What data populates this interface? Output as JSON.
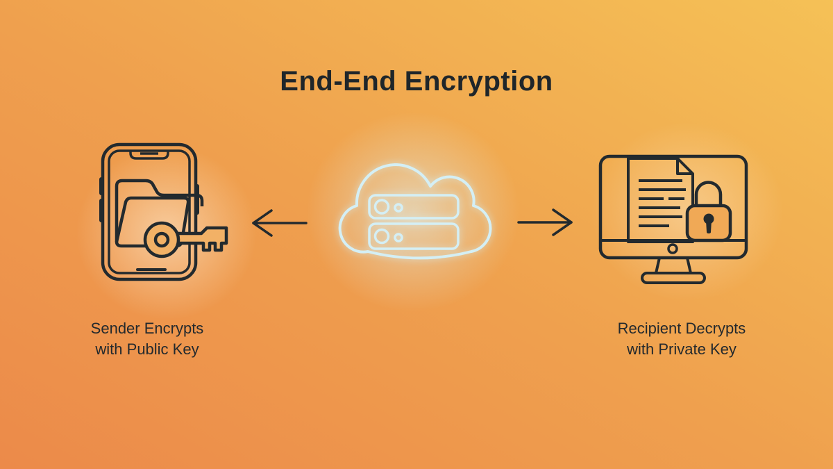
{
  "title": "End-End Encryption",
  "background": {
    "gradient_top_right": "#f5c156",
    "gradient_middle": "#efa04e",
    "gradient_bottom_left": "#ec8a4a"
  },
  "colors": {
    "outline_dark": "#232a2e",
    "cloud_outline": "#d4eff5",
    "text": "#22282c"
  },
  "sender": {
    "icon": "phone-folder-key-icon",
    "label_line1": "Sender Encrypts",
    "label_line2": "with Public Key"
  },
  "cloud_server": {
    "icon": "cloud-server-icon"
  },
  "recipient": {
    "icon": "monitor-document-lock-icon",
    "label_line1": "Recipient Decrypts",
    "label_line2": "with Private Key"
  },
  "arrows": {
    "left_arrow": "cloud-to-sender",
    "right_arrow": "cloud-to-recipient"
  }
}
